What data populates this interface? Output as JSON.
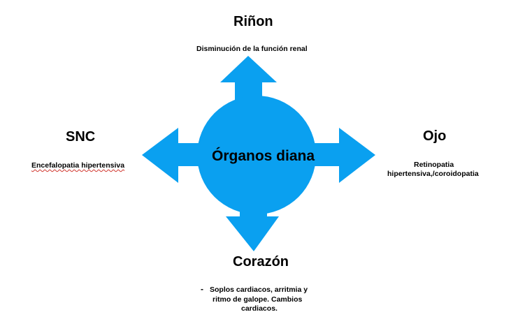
{
  "diagram": {
    "center": "Órganos diana",
    "top": {
      "title": "Riñon",
      "text": "Disminución de la función renal"
    },
    "left": {
      "title": "SNC",
      "text": "Encefalopatia hipertensiva"
    },
    "right": {
      "title": "Ojo",
      "text_line1": "Retinopatia",
      "text_line2": "hipertensiva,/coroidopatia"
    },
    "bottom": {
      "title": "Corazón",
      "bullet": "-",
      "text_line1": "Soplos cardiacos, arritmia y",
      "text_line2": "ritmo de galope. Cambios",
      "text_line3": "cardiacos."
    },
    "colors": {
      "shape_fill": "#0aa0f0",
      "spellcheck_underline": "#d0342c"
    }
  }
}
